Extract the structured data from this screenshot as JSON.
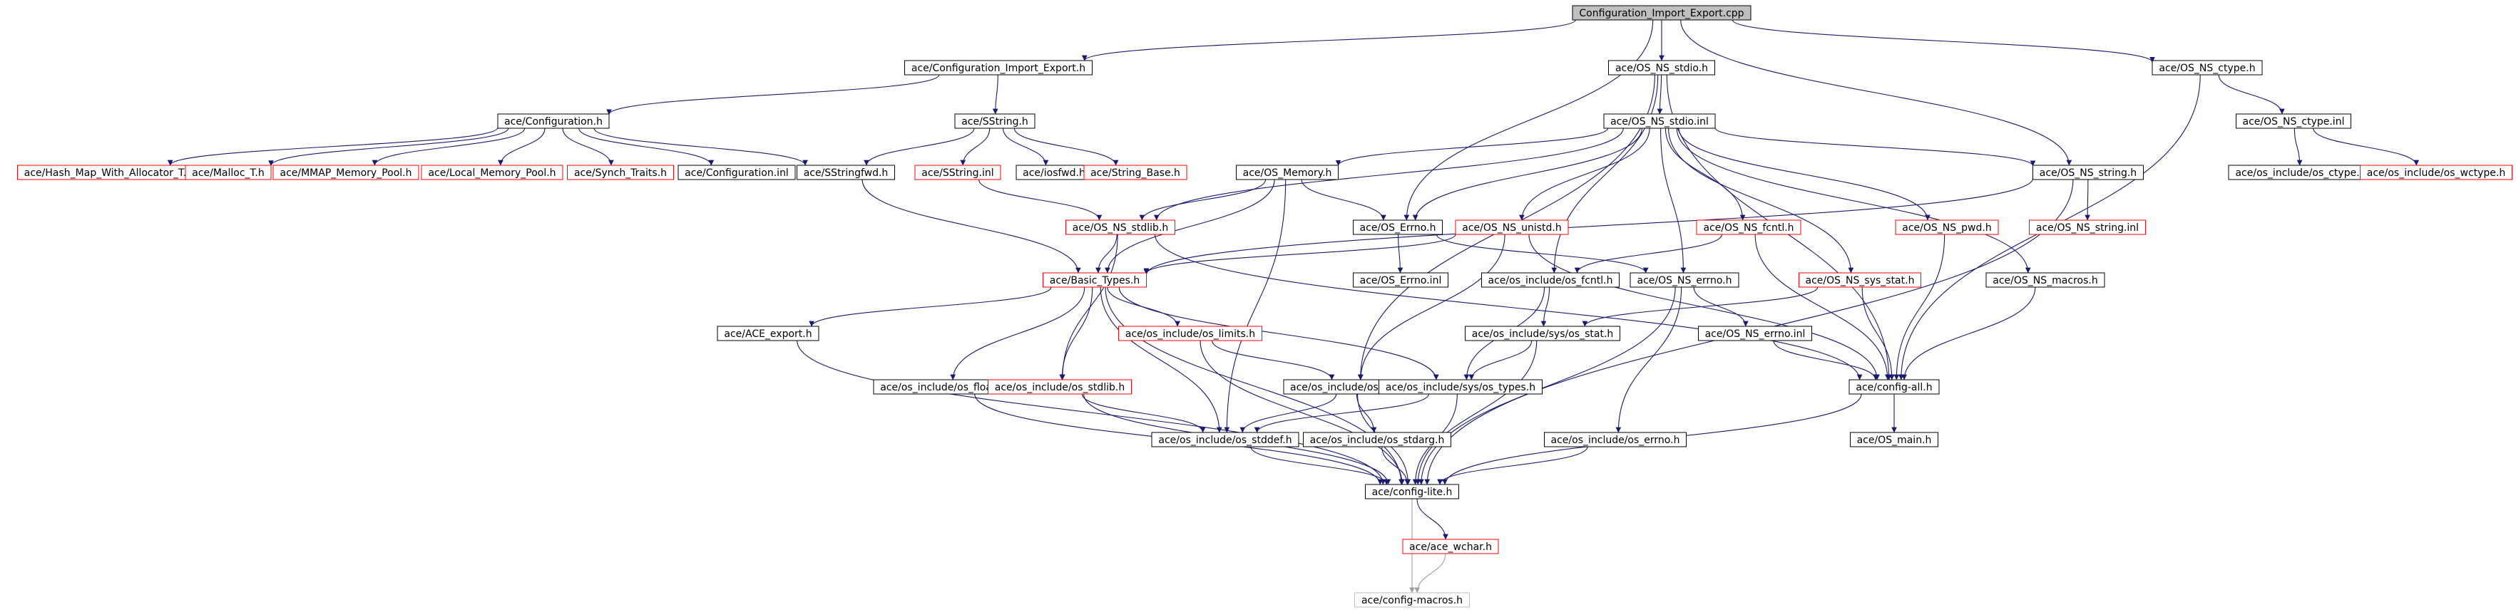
{
  "colors": {
    "edge": "#191970",
    "edge_gray": "#a0a0a0",
    "border_black": "#000000",
    "border_red": "#ff0000",
    "border_gray": "#bfbfbf",
    "root_fill": "#bfbfbf",
    "text": "#000000"
  },
  "nodes": [
    {
      "id": "root",
      "label": "Configuration_Import_Export.cpp",
      "style": "root"
    },
    {
      "id": "cie_h",
      "label": "ace/Configuration_Import_Export.h",
      "style": "black"
    },
    {
      "id": "stdio_h",
      "label": "ace/OS_NS_stdio.h",
      "style": "black"
    },
    {
      "id": "ctype_h",
      "label": "ace/OS_NS_ctype.h",
      "style": "black"
    },
    {
      "id": "config_h",
      "label": "ace/Configuration.h",
      "style": "black"
    },
    {
      "id": "sstring_h",
      "label": "ace/SString.h",
      "style": "black"
    },
    {
      "id": "stdio_inl",
      "label": "ace/OS_NS_stdio.inl",
      "style": "black"
    },
    {
      "id": "ctype_inl",
      "label": "ace/OS_NS_ctype.inl",
      "style": "black"
    },
    {
      "id": "hashmap",
      "label": "ace/Hash_Map_With_Allocator_T.h",
      "style": "red"
    },
    {
      "id": "malloc",
      "label": "ace/Malloc_T.h",
      "style": "red"
    },
    {
      "id": "mmap",
      "label": "ace/MMAP_Memory_Pool.h",
      "style": "red"
    },
    {
      "id": "localpool",
      "label": "ace/Local_Memory_Pool.h",
      "style": "red"
    },
    {
      "id": "synch",
      "label": "ace/Synch_Traits.h",
      "style": "red"
    },
    {
      "id": "config_inl",
      "label": "ace/Configuration.inl",
      "style": "black"
    },
    {
      "id": "sstringfwd",
      "label": "ace/SStringfwd.h",
      "style": "black"
    },
    {
      "id": "sstring_inl",
      "label": "ace/SString.inl",
      "style": "red"
    },
    {
      "id": "iosfwd",
      "label": "ace/iosfwd.h",
      "style": "black"
    },
    {
      "id": "stringbase",
      "label": "ace/String_Base.h",
      "style": "red"
    },
    {
      "id": "os_memory",
      "label": "ace/OS_Memory.h",
      "style": "black"
    },
    {
      "id": "string_h",
      "label": "ace/OS_NS_string.h",
      "style": "black"
    },
    {
      "id": "os_ctype",
      "label": "ace/os_include/os_ctype.h",
      "style": "black"
    },
    {
      "id": "os_wctype",
      "label": "ace/os_include/os_wctype.h",
      "style": "red"
    },
    {
      "id": "stdlib_h",
      "label": "ace/OS_NS_stdlib.h",
      "style": "red"
    },
    {
      "id": "errno_h",
      "label": "ace/OS_Errno.h",
      "style": "black"
    },
    {
      "id": "unistd",
      "label": "ace/OS_NS_unistd.h",
      "style": "red"
    },
    {
      "id": "fcntl_h",
      "label": "ace/OS_NS_fcntl.h",
      "style": "red"
    },
    {
      "id": "pwd",
      "label": "ace/OS_NS_pwd.h",
      "style": "red"
    },
    {
      "id": "string_inl",
      "label": "ace/OS_NS_string.inl",
      "style": "red"
    },
    {
      "id": "errno_inl_os",
      "label": "ace/OS_Errno.inl",
      "style": "black"
    },
    {
      "id": "basic_types",
      "label": "ace/Basic_Types.h",
      "style": "red"
    },
    {
      "id": "os_fcntl",
      "label": "ace/os_include/os_fcntl.h",
      "style": "black"
    },
    {
      "id": "ns_errno",
      "label": "ace/OS_NS_errno.h",
      "style": "black"
    },
    {
      "id": "sys_stat_ns",
      "label": "ace/OS_NS_sys_stat.h",
      "style": "red"
    },
    {
      "id": "macros",
      "label": "ace/OS_NS_macros.h",
      "style": "black"
    },
    {
      "id": "ace_export",
      "label": "ace/ACE_export.h",
      "style": "black"
    },
    {
      "id": "limits",
      "label": "ace/os_include/os_limits.h",
      "style": "red"
    },
    {
      "id": "sys_os_stat",
      "label": "ace/os_include/sys/os_stat.h",
      "style": "black"
    },
    {
      "id": "ns_errno_inl",
      "label": "ace/OS_NS_errno.inl",
      "style": "black"
    },
    {
      "id": "os_float",
      "label": "ace/os_include/os_float.h",
      "style": "black"
    },
    {
      "id": "os_stdlib",
      "label": "ace/os_include/os_stdlib.h",
      "style": "red"
    },
    {
      "id": "os_stdio",
      "label": "ace/os_include/os_stdio.h",
      "style": "black"
    },
    {
      "id": "sys_types",
      "label": "ace/os_include/sys/os_types.h",
      "style": "black"
    },
    {
      "id": "config_all",
      "label": "ace/config-all.h",
      "style": "black"
    },
    {
      "id": "os_stddef",
      "label": "ace/os_include/os_stddef.h",
      "style": "black"
    },
    {
      "id": "os_stdarg",
      "label": "ace/os_include/os_stdarg.h",
      "style": "black"
    },
    {
      "id": "os_errno",
      "label": "ace/os_include/os_errno.h",
      "style": "black"
    },
    {
      "id": "os_main",
      "label": "ace/OS_main.h",
      "style": "black"
    },
    {
      "id": "config_lite",
      "label": "ace/config-lite.h",
      "style": "black"
    },
    {
      "id": "wchar",
      "label": "ace/ace_wchar.h",
      "style": "red"
    },
    {
      "id": "config_macros",
      "label": "ace/config-macros.h",
      "style": "gray"
    }
  ],
  "edges": [
    [
      "root",
      "cie_h"
    ],
    [
      "root",
      "stdio_h"
    ],
    [
      "root",
      "ctype_h"
    ],
    [
      "root",
      "errno_h"
    ],
    [
      "root",
      "string_h"
    ],
    [
      "cie_h",
      "config_h"
    ],
    [
      "cie_h",
      "sstring_h"
    ],
    [
      "config_h",
      "hashmap"
    ],
    [
      "config_h",
      "malloc"
    ],
    [
      "config_h",
      "mmap"
    ],
    [
      "config_h",
      "localpool"
    ],
    [
      "config_h",
      "synch"
    ],
    [
      "config_h",
      "config_inl"
    ],
    [
      "config_h",
      "sstringfwd"
    ],
    [
      "sstring_h",
      "sstringfwd"
    ],
    [
      "sstring_h",
      "sstring_inl"
    ],
    [
      "sstring_h",
      "iosfwd"
    ],
    [
      "sstring_h",
      "stringbase"
    ],
    [
      "sstringfwd",
      "basic_types"
    ],
    [
      "sstring_inl",
      "stdlib_h"
    ],
    [
      "stdio_h",
      "stdio_inl"
    ],
    [
      "stdio_h",
      "os_fcntl"
    ],
    [
      "stdio_h",
      "os_stdio"
    ],
    [
      "stdio_h",
      "config_all"
    ],
    [
      "stdio_inl",
      "stdlib_h"
    ],
    [
      "stdio_inl",
      "os_memory"
    ],
    [
      "stdio_inl",
      "string_h"
    ],
    [
      "stdio_inl",
      "unistd"
    ],
    [
      "stdio_inl",
      "fcntl_h"
    ],
    [
      "stdio_inl",
      "pwd"
    ],
    [
      "stdio_inl",
      "ns_errno"
    ],
    [
      "stdio_inl",
      "sys_stat_ns"
    ],
    [
      "stdio_inl",
      "macros"
    ],
    [
      "stdio_inl",
      "errno_h"
    ],
    [
      "ctype_h",
      "ctype_inl"
    ],
    [
      "ctype_h",
      "config_all"
    ],
    [
      "ctype_inl",
      "os_ctype"
    ],
    [
      "ctype_inl",
      "os_wctype"
    ],
    [
      "os_memory",
      "stdlib_h"
    ],
    [
      "os_memory",
      "errno_h"
    ],
    [
      "os_memory",
      "basic_types"
    ],
    [
      "os_memory",
      "os_stddef"
    ],
    [
      "string_h",
      "string_inl"
    ],
    [
      "string_h",
      "basic_types"
    ],
    [
      "string_h",
      "config_lite"
    ],
    [
      "stdlib_h",
      "basic_types"
    ],
    [
      "stdlib_h",
      "os_stdlib"
    ],
    [
      "stdlib_h",
      "config_all"
    ],
    [
      "errno_h",
      "errno_inl_os"
    ],
    [
      "errno_h",
      "ns_errno"
    ],
    [
      "unistd",
      "basic_types"
    ],
    [
      "unistd",
      "os_stdio"
    ],
    [
      "unistd",
      "config_all"
    ],
    [
      "fcntl_h",
      "os_fcntl"
    ],
    [
      "fcntl_h",
      "config_all"
    ],
    [
      "pwd",
      "config_all"
    ],
    [
      "sys_stat_ns",
      "sys_os_stat"
    ],
    [
      "sys_stat_ns",
      "config_all"
    ],
    [
      "macros",
      "config_all"
    ],
    [
      "ns_errno",
      "ns_errno_inl"
    ],
    [
      "ns_errno",
      "os_errno"
    ],
    [
      "ns_errno",
      "config_lite"
    ],
    [
      "ns_errno_inl",
      "config_all"
    ],
    [
      "os_fcntl",
      "sys_os_stat"
    ],
    [
      "os_fcntl",
      "sys_types"
    ],
    [
      "sys_os_stat",
      "sys_types"
    ],
    [
      "sys_os_stat",
      "config_lite"
    ],
    [
      "basic_types",
      "ace_export"
    ],
    [
      "basic_types",
      "os_float"
    ],
    [
      "basic_types",
      "limits"
    ],
    [
      "basic_types",
      "os_stdlib"
    ],
    [
      "basic_types",
      "os_stddef"
    ],
    [
      "basic_types",
      "sys_types"
    ],
    [
      "basic_types",
      "config_lite"
    ],
    [
      "ace_export",
      "config_lite"
    ],
    [
      "limits",
      "os_stdio"
    ],
    [
      "limits",
      "config_lite"
    ],
    [
      "os_float",
      "config_lite"
    ],
    [
      "os_stdlib",
      "os_stddef"
    ],
    [
      "os_stdlib",
      "config_lite"
    ],
    [
      "os_stdio",
      "os_stddef"
    ],
    [
      "os_stdio",
      "os_stdarg"
    ],
    [
      "os_stdio",
      "config_lite"
    ],
    [
      "sys_types",
      "os_stddef"
    ],
    [
      "sys_types",
      "config_lite"
    ],
    [
      "os_stddef",
      "config_lite"
    ],
    [
      "os_stdarg",
      "config_lite"
    ],
    [
      "os_errno",
      "config_lite"
    ],
    [
      "config_all",
      "os_main"
    ],
    [
      "config_all",
      "config_lite"
    ],
    [
      "config_lite",
      "wchar"
    ],
    [
      "config_lite",
      "config_macros"
    ],
    [
      "wchar",
      "config_macros"
    ]
  ]
}
